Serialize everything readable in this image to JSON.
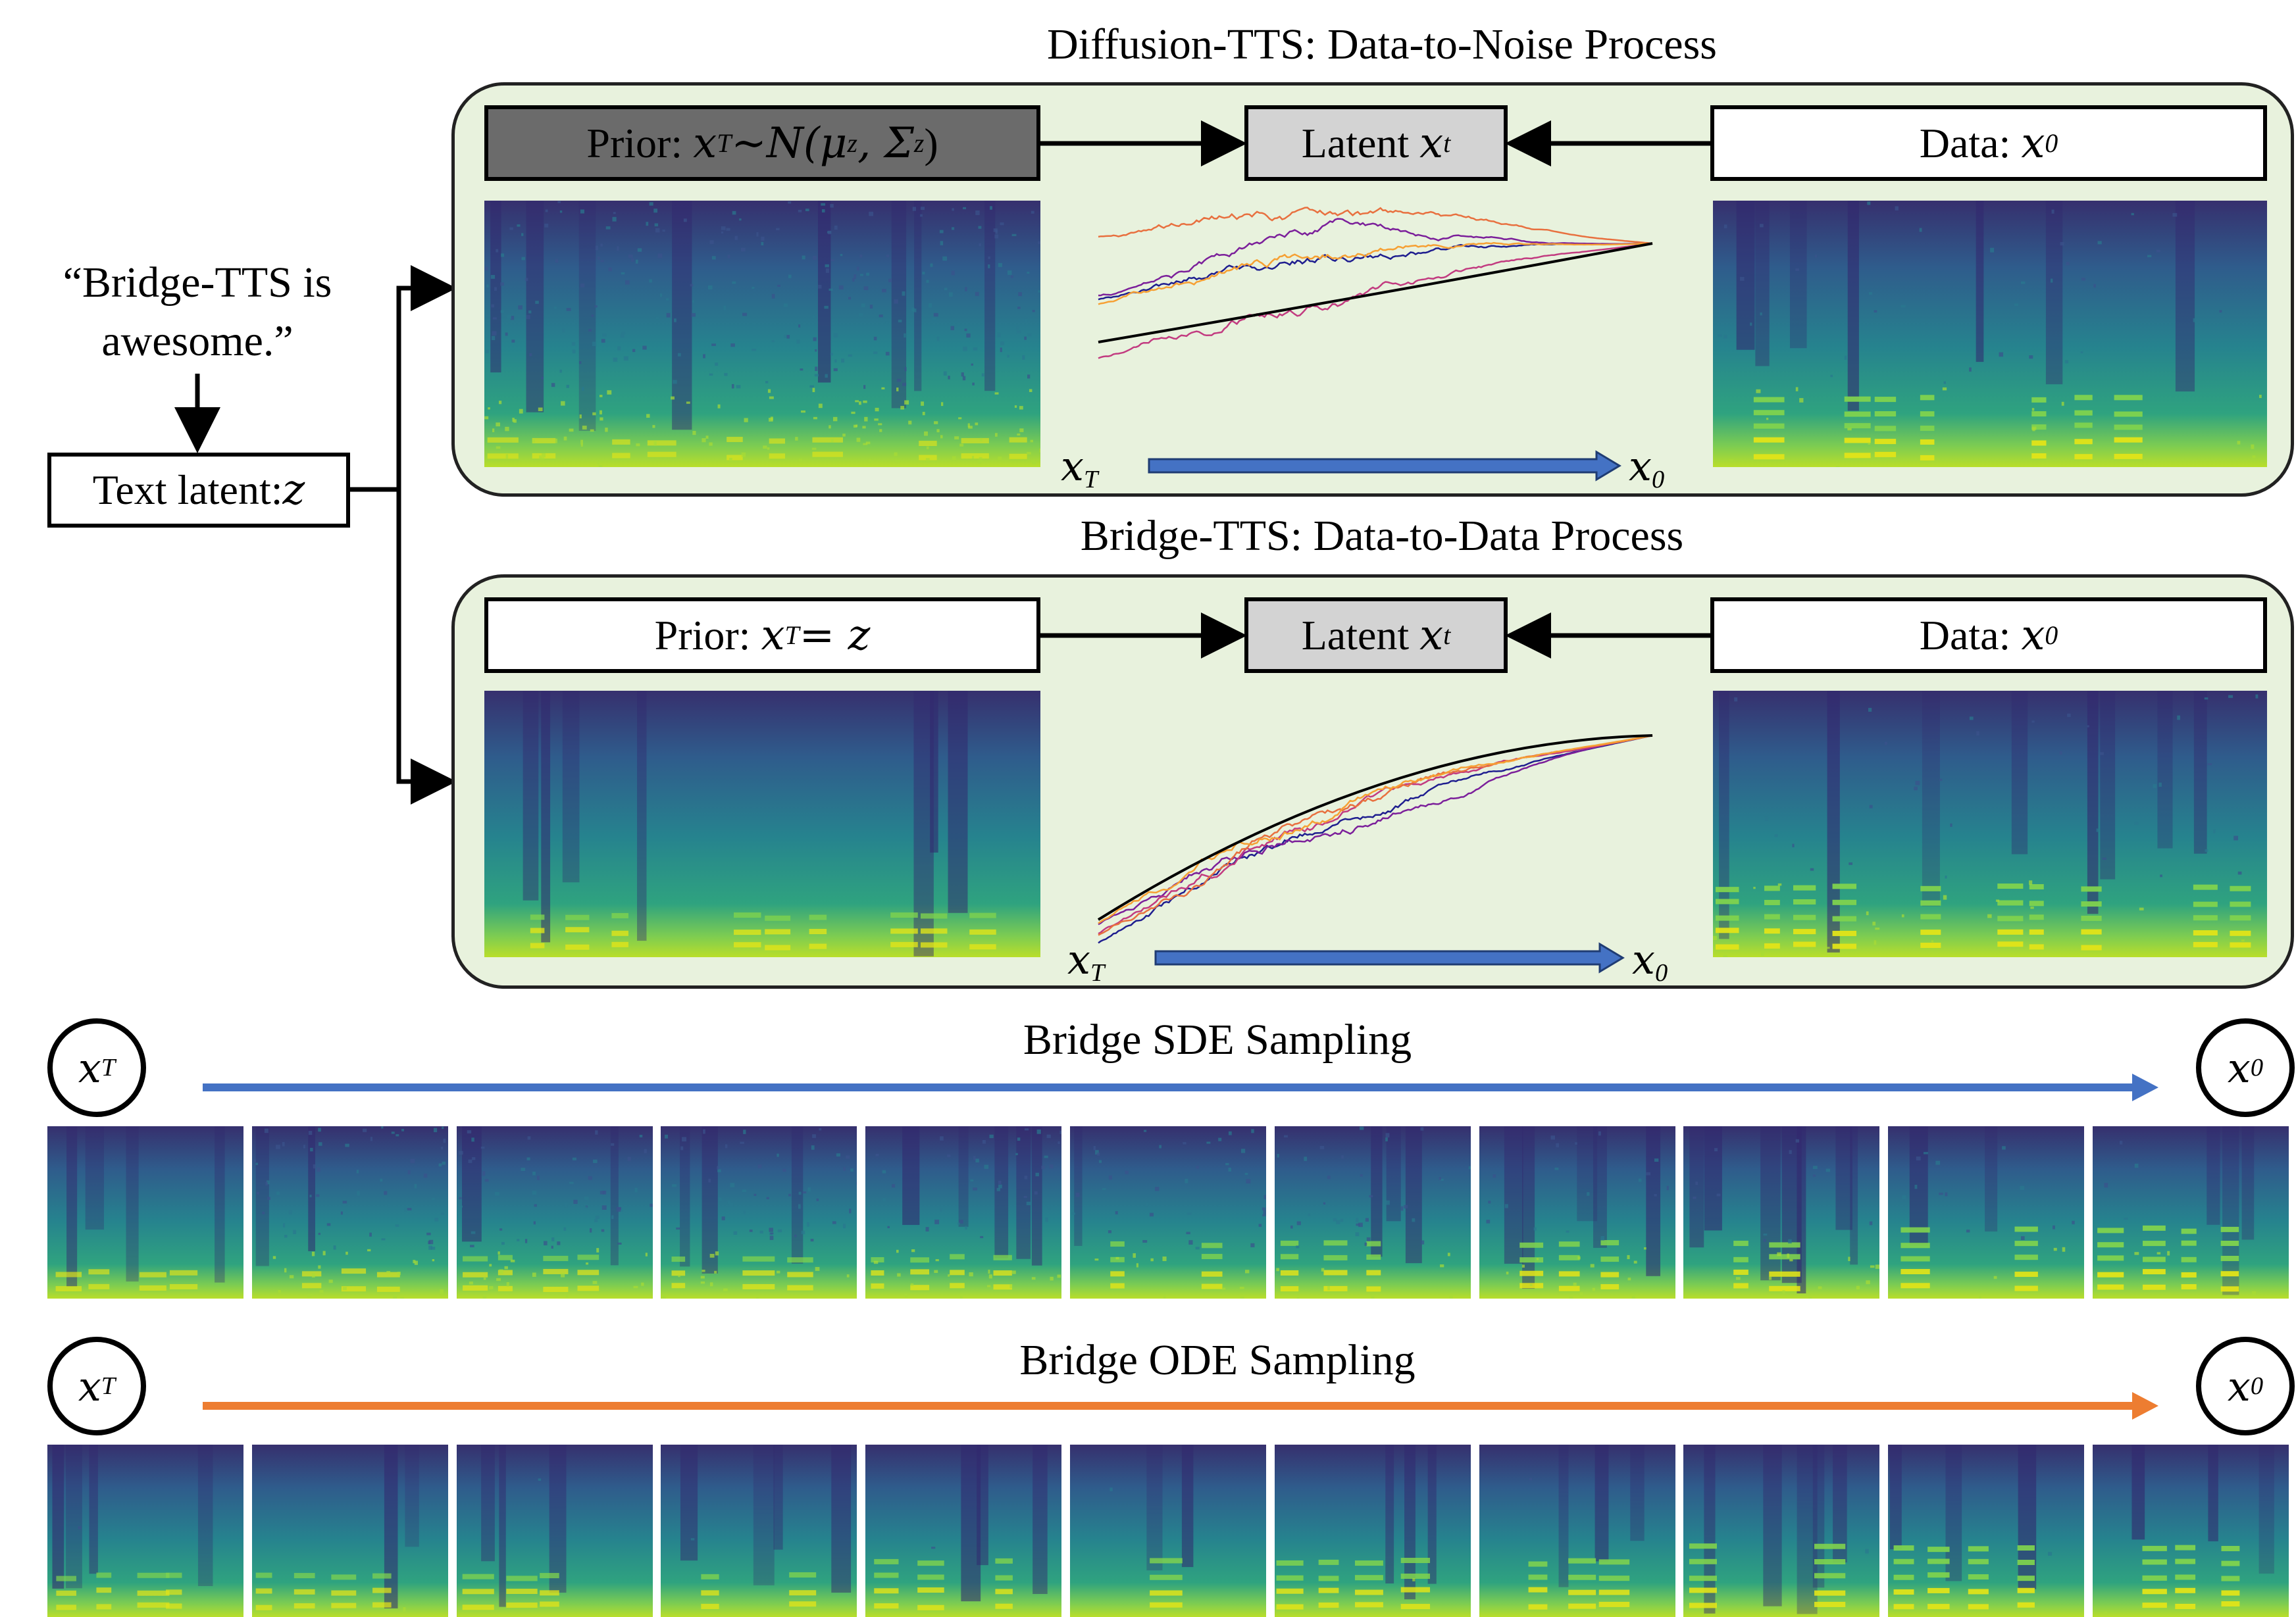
{
  "text_input": {
    "line1": "“Bridge-TTS is",
    "line2": "awesome.”"
  },
  "text_latent": {
    "label": "Text latent: ",
    "var": "z"
  },
  "diffusion": {
    "title": "Diffusion-TTS: Data-to-Noise Process",
    "prior_label": "Prior: ",
    "prior_formula": "x",
    "prior_formula_sub": "T",
    "prior_rest": "∼N(μ",
    "prior_mu_sub": "z",
    "prior_sep": ", Σ",
    "prior_sigma_sub": "z",
    "prior_close": ")",
    "latent_label": "Latent ",
    "latent_var": "x",
    "latent_sub": "t",
    "data_label": "Data: ",
    "data_var": "x",
    "data_sub": "0",
    "start_var": "x",
    "start_sub": "T",
    "end_var": "x",
    "end_sub": "0"
  },
  "bridge": {
    "title": "Bridge-TTS: Data-to-Data Process",
    "prior_label": "Prior: ",
    "prior_var": "x",
    "prior_sub": "T",
    "prior_eq": " = z",
    "latent_label": "Latent ",
    "latent_var": "x",
    "latent_sub": "t",
    "data_label": "Data: ",
    "data_var": "x",
    "data_sub": "0",
    "start_var": "x",
    "start_sub": "T",
    "end_var": "x",
    "end_sub": "0"
  },
  "sde": {
    "title": "Bridge SDE Sampling",
    "start_var": "x",
    "start_sub": "T",
    "end_var": "x",
    "end_sub": "0",
    "frames": 11
  },
  "ode": {
    "title": "Bridge ODE Sampling",
    "start_var": "x",
    "start_sub": "T",
    "end_var": "x",
    "end_sub": "0",
    "frames": 11
  },
  "colors": {
    "panel_bg": "#e8f2dd",
    "arrow_blue": "#4472c4",
    "arrow_orange": "#ed7d31",
    "spec_dark": "#3b2c7a",
    "spec_mid": "#21908c",
    "spec_bright": "#c8e020"
  }
}
